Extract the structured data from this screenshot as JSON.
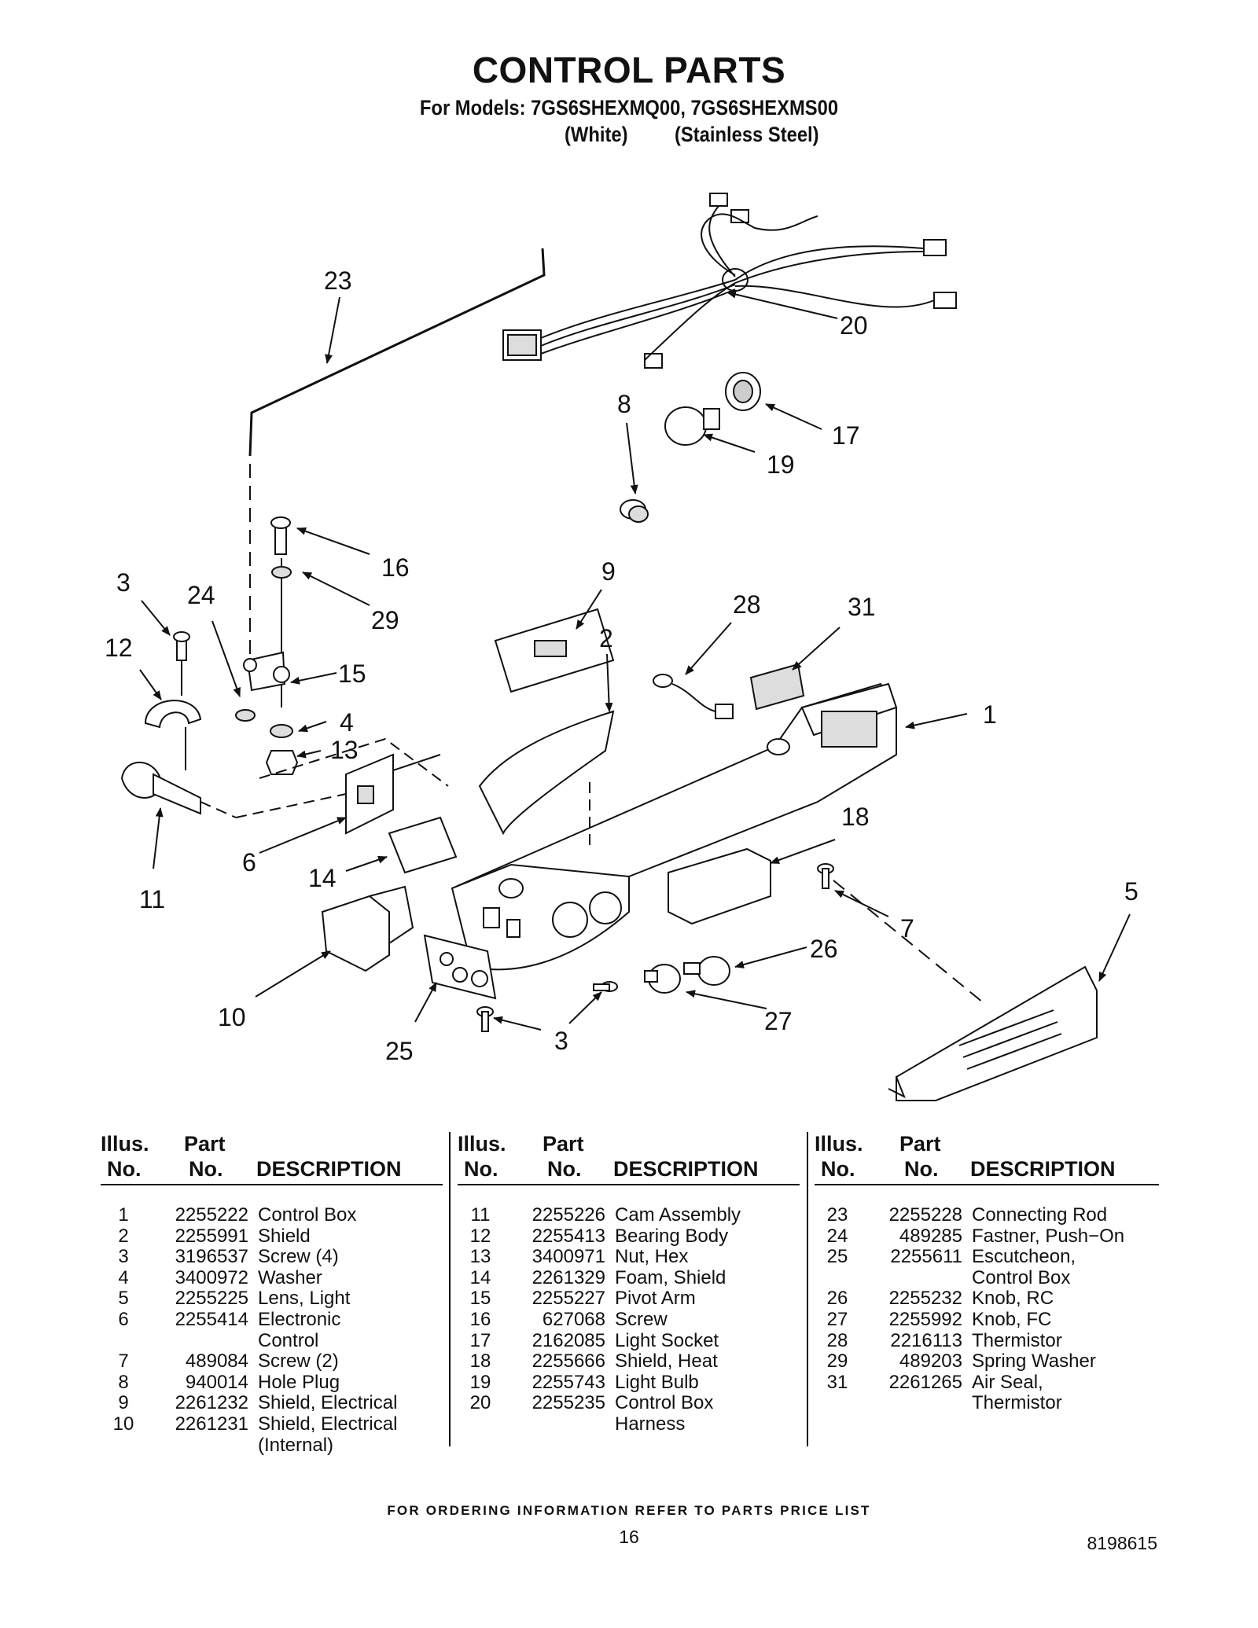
{
  "header": {
    "title": "CONTROL PARTS",
    "models": "For Models: 7GS6SHEXMQ00, 7GS6SHEXMS00",
    "variant_1": "(White)",
    "variant_2": "(Stainless Steel)"
  },
  "callouts": [
    "23",
    "20",
    "8",
    "17",
    "19",
    "16",
    "9",
    "3",
    "24",
    "29",
    "12",
    "15",
    "2",
    "28",
    "31",
    "1",
    "4",
    "13",
    "18",
    "11",
    "6",
    "14",
    "5",
    "7",
    "26",
    "10",
    "25",
    "3",
    "27"
  ],
  "table": {
    "header_illus": "Illus.",
    "header_no": "No.",
    "header_part": "Part",
    "header_desc": "DESCRIPTION",
    "col1": [
      {
        "illus": "1",
        "part": "2255222",
        "desc": "Control Box"
      },
      {
        "illus": "2",
        "part": "2255991",
        "desc": "Shield"
      },
      {
        "illus": "3",
        "part": "3196537",
        "desc": "Screw (4)"
      },
      {
        "illus": "4",
        "part": "3400972",
        "desc": "Washer"
      },
      {
        "illus": "5",
        "part": "2255225",
        "desc": "Lens, Light"
      },
      {
        "illus": "6",
        "part": "2255414",
        "desc": "Electronic"
      },
      {
        "illus": "",
        "part": "",
        "desc": "Control"
      },
      {
        "illus": "7",
        "part": "489084",
        "desc": "Screw (2)"
      },
      {
        "illus": "8",
        "part": "940014",
        "desc": "Hole Plug"
      },
      {
        "illus": "9",
        "part": "2261232",
        "desc": "Shield, Electrical"
      },
      {
        "illus": "10",
        "part": "2261231",
        "desc": "Shield, Electrical"
      },
      {
        "illus": "",
        "part": "",
        "desc": "(Internal)"
      }
    ],
    "col2": [
      {
        "illus": "11",
        "part": "2255226",
        "desc": "Cam Assembly"
      },
      {
        "illus": "12",
        "part": "2255413",
        "desc": "Bearing Body"
      },
      {
        "illus": "13",
        "part": "3400971",
        "desc": "Nut, Hex"
      },
      {
        "illus": "14",
        "part": "2261329",
        "desc": "Foam, Shield"
      },
      {
        "illus": "15",
        "part": "2255227",
        "desc": "Pivot Arm"
      },
      {
        "illus": "16",
        "part": "627068",
        "desc": "Screw"
      },
      {
        "illus": "17",
        "part": "2162085",
        "desc": "Light Socket"
      },
      {
        "illus": "18",
        "part": "2255666",
        "desc": "Shield, Heat"
      },
      {
        "illus": "19",
        "part": "2255743",
        "desc": "Light Bulb"
      },
      {
        "illus": "20",
        "part": "2255235",
        "desc": "Control Box"
      },
      {
        "illus": "",
        "part": "",
        "desc": "Harness"
      }
    ],
    "col3": [
      {
        "illus": "23",
        "part": "2255228",
        "desc": "Connecting Rod"
      },
      {
        "illus": "24",
        "part": "489285",
        "desc": "Fastner, Push−On"
      },
      {
        "illus": "25",
        "part": "2255611",
        "desc": "Escutcheon,"
      },
      {
        "illus": "",
        "part": "",
        "desc": "Control Box"
      },
      {
        "illus": "26",
        "part": "2255232",
        "desc": "Knob, RC"
      },
      {
        "illus": "27",
        "part": "2255992",
        "desc": "Knob, FC"
      },
      {
        "illus": "28",
        "part": "2216113",
        "desc": "Thermistor"
      },
      {
        "illus": "29",
        "part": "489203",
        "desc": "Spring Washer"
      },
      {
        "illus": "31",
        "part": "2261265",
        "desc": "Air Seal,"
      },
      {
        "illus": "",
        "part": "",
        "desc": "Thermistor"
      }
    ]
  },
  "footer": {
    "ordering": "FOR ORDERING INFORMATION REFER TO PARTS PRICE LIST",
    "page": "16",
    "doc_number": "8198615"
  }
}
